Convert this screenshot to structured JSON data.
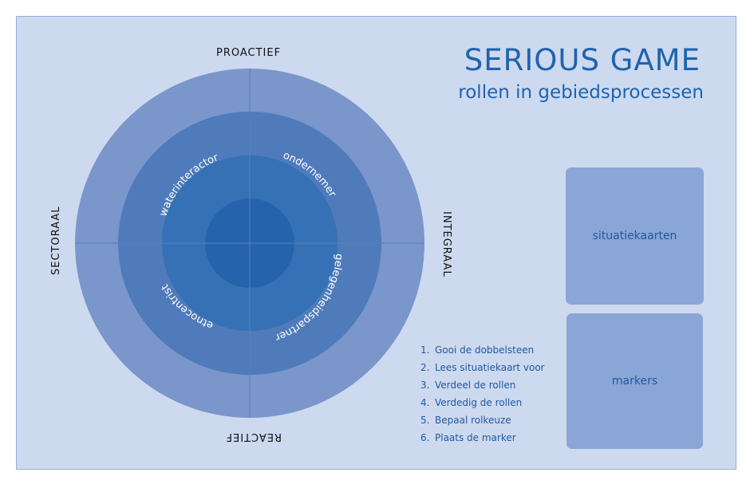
{
  "title": "SERIOUS GAME",
  "subtitle": "rollen in gebiedsprocessen",
  "axes": {
    "top": "PROACTIEF",
    "bottom": "REACTIEF",
    "left": "SECTORAAL",
    "right": "INTEGRAAL"
  },
  "roles": {
    "top_left": "waterinteractor",
    "top_right": "ondernemer",
    "bottom_right": "gelegenheidspartner",
    "bottom_left": "etnocentrist"
  },
  "cards": {
    "situaties": "situatiekaarten",
    "markers": "markers"
  },
  "steps": [
    {
      "num": "1.",
      "text": "Gooi de dobbelsteen"
    },
    {
      "num": "2.",
      "text": "Lees situatiekaart voor"
    },
    {
      "num": "3.",
      "text": "Verdeel de rollen"
    },
    {
      "num": "4.",
      "text": "Verdedig de rollen"
    },
    {
      "num": "5.",
      "text": "Bepaal rolkeuze"
    },
    {
      "num": "6.",
      "text": "Plaats de marker"
    }
  ],
  "colors": {
    "board": "#cdd9ef",
    "ring_outer": "#7a96ca",
    "ring_2": "#4f7bba",
    "ring_3": "#3571b4",
    "ring_center": "#2563ac",
    "card": "#8aa6d6",
    "title": "#1f63ad"
  }
}
